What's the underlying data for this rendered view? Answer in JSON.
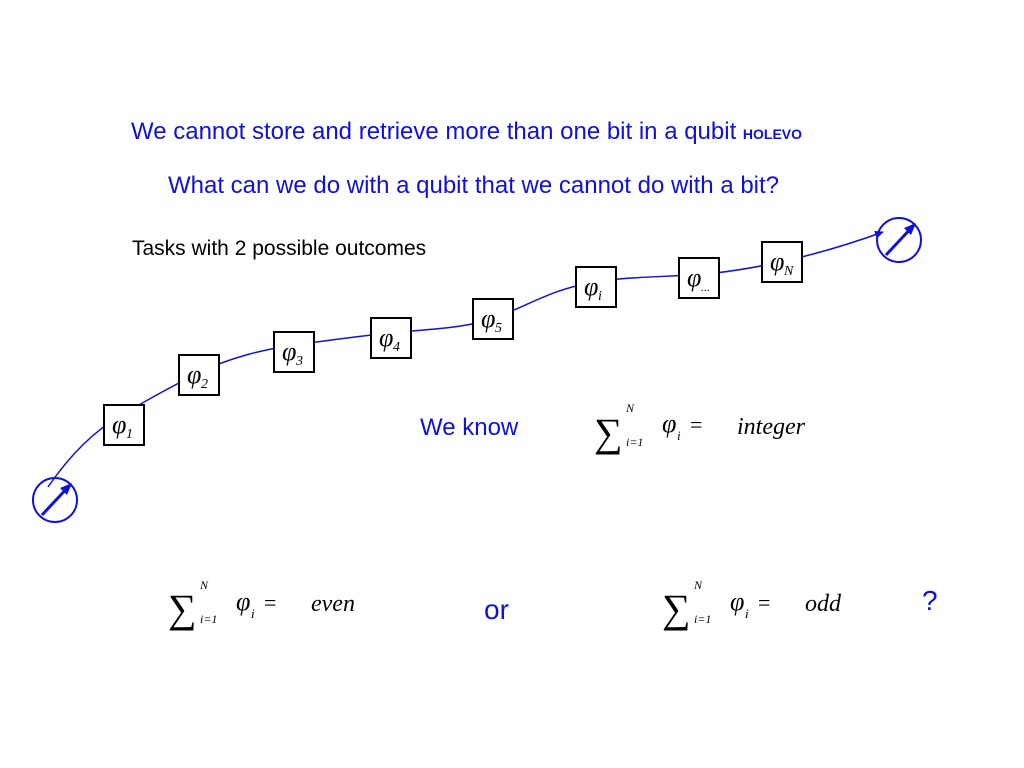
{
  "slide": {
    "title_line1": "We cannot store and retrieve more than one bit in a qubit",
    "title_tag": "HOLEVO",
    "title_line2": "What can we do with a qubit that we cannot do with a bit?",
    "tasks_label": "Tasks with 2 possible outcomes",
    "we_know": "We know",
    "or": "or",
    "question": "?"
  },
  "phases": [
    {
      "symbol": "φ",
      "sub": "1"
    },
    {
      "symbol": "φ",
      "sub": "2"
    },
    {
      "symbol": "φ",
      "sub": "3"
    },
    {
      "symbol": "φ",
      "sub": "4"
    },
    {
      "symbol": "φ",
      "sub": "5"
    },
    {
      "symbol": "φ",
      "sub": "i"
    },
    {
      "symbol": "φ",
      "sub": "..."
    },
    {
      "symbol": "φ",
      "sub": "N"
    }
  ],
  "formulas": {
    "known": {
      "upper": "N",
      "lower": "i=1",
      "term": "φ",
      "term_sub": "i",
      "eq": "=",
      "result": "integer"
    },
    "even": {
      "upper": "N",
      "lower": "i=1",
      "term": "φ",
      "term_sub": "i",
      "eq": "=",
      "result": "even"
    },
    "odd": {
      "upper": "N",
      "lower": "i=1",
      "term": "φ",
      "term_sub": "i",
      "eq": "=",
      "result": "odd"
    }
  },
  "colors": {
    "accent": "#1010dd",
    "text": "#000000"
  },
  "icons": {
    "qubit_start": "qubit-arrow-circle-icon",
    "qubit_end": "qubit-arrow-circle-icon"
  }
}
